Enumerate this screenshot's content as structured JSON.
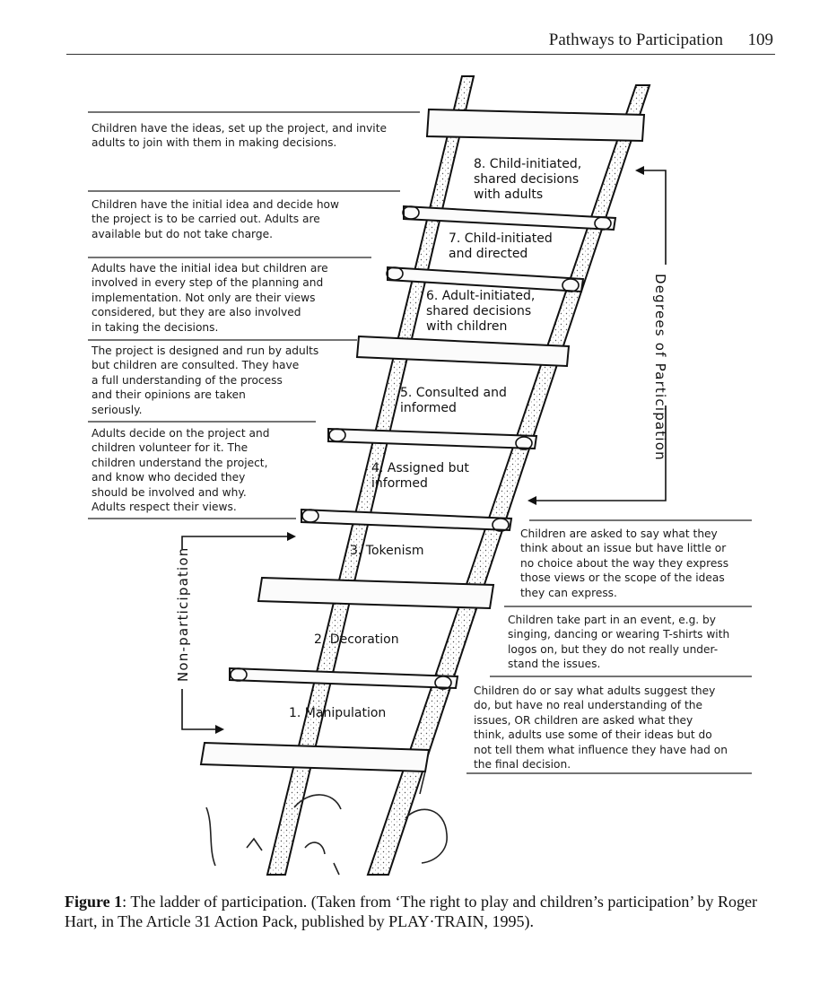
{
  "header": {
    "running_title": "Pathways to Participation",
    "page_number": "109"
  },
  "figure": {
    "rungs": [
      {
        "label": "8. Child-initiated,\nshared decisions\nwith adults"
      },
      {
        "label": "7. Child-initiated\nand directed"
      },
      {
        "label": "6. Adult-initiated,\nshared decisions\nwith children"
      },
      {
        "label": "5. Consulted and\ninformed"
      },
      {
        "label": "4. Assigned but\ninformed"
      },
      {
        "label": "3. Tokenism"
      },
      {
        "label": "2. Decoration"
      },
      {
        "label": "1. Manipulation"
      }
    ],
    "descriptions": [
      {
        "text": "Children have the ideas, set up the project, and invite\nadults to join with them in making decisions."
      },
      {
        "text": "Children have the initial idea and decide how\nthe project is to be carried out. Adults are\navailable but do not take charge."
      },
      {
        "text": "Adults have the initial idea but children are\ninvolved in every step of the planning and\nimplementation. Not only are their views\nconsidered, but they are also involved\nin taking the decisions."
      },
      {
        "text": "The project is designed and run by adults\nbut children are consulted. They have\na full understanding of the process\nand their opinions are taken\nseriously."
      },
      {
        "text": "Adults decide on the project and\nchildren volunteer for it. The\nchildren understand the project,\nand know who decided they\nshould be involved and why.\nAdults respect their views."
      },
      {
        "text": "Children are asked to say what they\nthink about an issue but have little or\nno choice about the way they express\nthose views or the scope of the ideas\nthey can express."
      },
      {
        "text": "Children take part in an event, e.g. by\nsinging, dancing or wearing T-shirts with\nlogos on, but they do not really under-\nstand the issues."
      },
      {
        "text": "Children do or say what adults suggest they\ndo, but have no real understanding of the\nissues, OR children are asked what they\nthink, adults use some of their ideas but do\nnot tell them what influence they have had on\nthe final decision."
      }
    ],
    "degrees_label": "Degrees of Participation",
    "non_participation_label": "Non-participation"
  },
  "caption": {
    "label": "Figure 1",
    "text": ": The ladder of participation. (Taken from ‘The right to play and children’s participation’ by Roger Hart, in The Article 31 Action Pack, published by PLAY·TRAIN, 1995)."
  }
}
